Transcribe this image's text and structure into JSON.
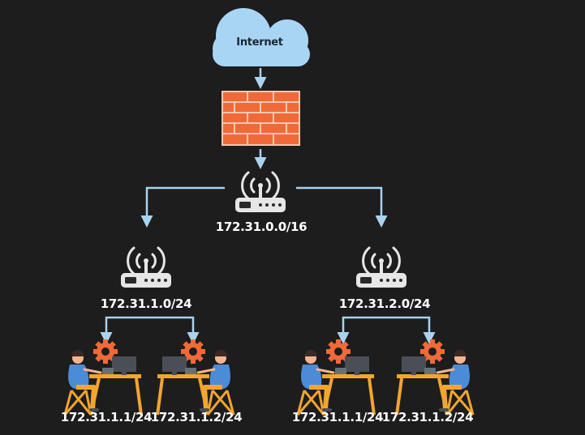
{
  "cloud": {
    "label": "Internet",
    "icon": "cloud-icon",
    "color": "#a9d5f5"
  },
  "firewall": {
    "icon": "firewall-icon",
    "brick_color": "#f06a38",
    "mortar_color": "#f9c8b2"
  },
  "core_router": {
    "label": "172.31.0.0/16",
    "icon": "wifi-router-icon"
  },
  "subnets": [
    {
      "router_label": "172.31.1.0/24",
      "hosts": [
        {
          "label": "172.31.1.1/24",
          "icon": "developer-workstation-icon"
        },
        {
          "label": "172.31.1.2/24",
          "icon": "developer-workstation-icon"
        }
      ]
    },
    {
      "router_label": "172.31.2.0/24",
      "hosts": [
        {
          "label": "172.31.1.1/24",
          "icon": "developer-workstation-icon"
        },
        {
          "label": "172.31.1.2/24",
          "icon": "developer-workstation-icon"
        }
      ]
    }
  ],
  "colors": {
    "background": "#1d1d1d",
    "connector": "#a9d3ef",
    "router": "#e6e6e6",
    "text": "#ffffff"
  }
}
